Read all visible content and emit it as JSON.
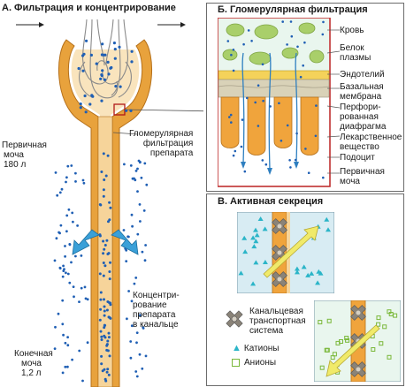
{
  "panels": {
    "a": {
      "title": "А. Фильтрация и концентрирование",
      "label_primary_urine": [
        "Первичная",
        "моча",
        "180 л"
      ],
      "label_glomerular": [
        "Гломерулярная",
        "фильтрация",
        "препарата"
      ],
      "label_concentration": [
        "Концентри-",
        "рование",
        "препарата",
        "в канальце"
      ],
      "label_final_urine": [
        "Конечная",
        "моча",
        "1,2 л"
      ]
    },
    "b": {
      "title": "Б. Гломерулярная фильтрация",
      "labels": {
        "blood": "Кровь",
        "plasma_protein": [
          "Белок",
          "плазмы"
        ],
        "endothelium": "Эндотелий",
        "basal_membrane": [
          "Базальная",
          "мембрана"
        ],
        "perforated_diaphragm": [
          "Перфори-",
          "рованная",
          "диафрагма"
        ],
        "drug": [
          "Лекарственное",
          "вещество"
        ],
        "podocyte": "Подоцит",
        "primary_urine": [
          "Первичная",
          "моча"
        ]
      }
    },
    "c": {
      "title": "В. Активная секреция",
      "legend": {
        "transport": [
          "Канальцевая",
          "транспортная",
          "система"
        ],
        "cations": "Катионы",
        "anions": "Анионы"
      }
    }
  },
  "colors": {
    "tubule_orange": "#e8a23c",
    "tubule_light": "#f6d49a",
    "dots_blue": "#1f5fb4",
    "arrow_blue": "#3aa0d8",
    "cell_green": "#a9cf6a",
    "panel_bg": "#d8ecf3",
    "cation_cyan": "#2bb5c8",
    "anion_green": "#7ab83a",
    "transporter_gray": "#8a8378"
  }
}
